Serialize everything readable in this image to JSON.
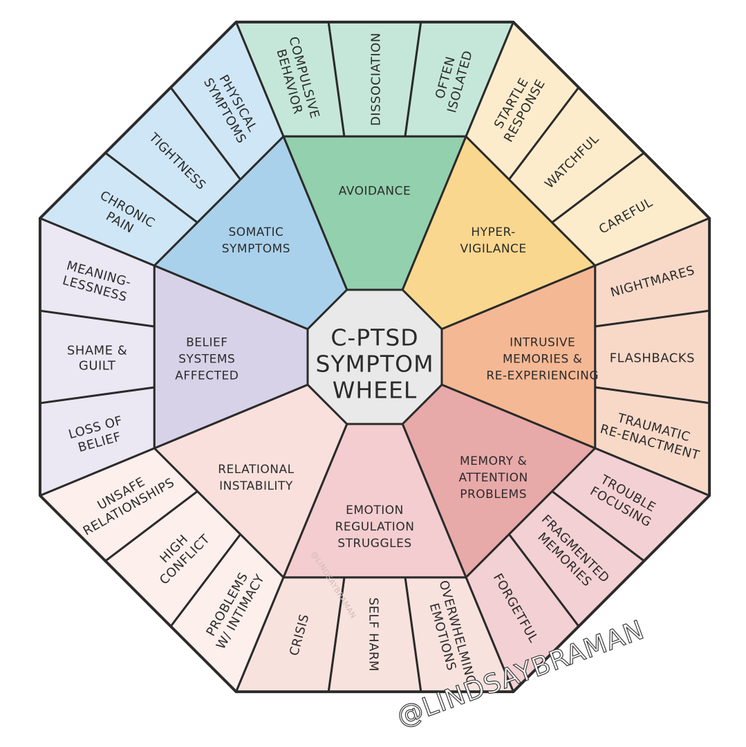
{
  "center": {
    "lines": [
      "C-PTSD",
      "SYMPTOM",
      "WHEEL"
    ]
  },
  "categories": [
    {
      "name": [
        "AVOIDANCE"
      ],
      "inner_color": "#93d0ae",
      "outer_color": "#c5e7d9",
      "symptoms": [
        [
          "COMPULSIVE",
          "BEHAVIOR"
        ],
        [
          "DISSOCIATION"
        ],
        [
          "OFTEN",
          "ISOLATED"
        ]
      ]
    },
    {
      "name": [
        "HYPER-",
        "VIGILANCE"
      ],
      "inner_color": "#fad78e",
      "outer_color": "#fdeccc",
      "symptoms": [
        [
          "STARTLE",
          "RESPONSE"
        ],
        [
          "WATCHFUL"
        ],
        [
          "CAREFUL"
        ]
      ]
    },
    {
      "name": [
        "INTRUSIVE",
        "MEMORIES &",
        "RE-EXPERIENCING"
      ],
      "inner_color": "#f5b894",
      "outer_color": "#f8d9c8",
      "symptoms": [
        [
          "NIGHTMARES"
        ],
        [
          "FLASHBACKS"
        ],
        [
          "TRAUMATIC",
          "RE-ENACTMENT"
        ]
      ]
    },
    {
      "name": [
        "MEMORY &",
        "ATTENTION",
        "PROBLEMS"
      ],
      "inner_color": "#e8a9a9",
      "outer_color": "#f3d0d3",
      "symptoms": [
        [
          "TROUBLE",
          "FOCUSING"
        ],
        [
          "FRAGMENTED",
          "MEMORIES"
        ],
        [
          "FORGETFUL"
        ]
      ]
    },
    {
      "name": [
        "EMOTION",
        "REGULATION",
        "STRUGGLES"
      ],
      "inner_color": "#f3cdcf",
      "outer_color": "#f8e2de",
      "symptoms": [
        [
          "OVERWHELMING",
          "EMOTIONS"
        ],
        [
          "SELF HARM"
        ],
        [
          "CRISIS"
        ]
      ]
    },
    {
      "name": [
        "RELATIONAL",
        "INSTABILITY"
      ],
      "inner_color": "#f9e0dc",
      "outer_color": "#fcefec",
      "symptoms": [
        [
          "PROBLEMS",
          "W/ INTIMACY"
        ],
        [
          "HIGH",
          "CONFLICT"
        ],
        [
          "UNSAFE",
          "RELATIONSHIPS"
        ]
      ]
    },
    {
      "name": [
        "BELIEF",
        "SYSTEMS",
        "AFFECTED"
      ],
      "inner_color": "#d7d2e8",
      "outer_color": "#ebe7f3",
      "symptoms": [
        [
          "LOSS OF",
          "BELIEF"
        ],
        [
          "SHAME &",
          "GUILT"
        ],
        [
          "MEANING-",
          "LESSNESS"
        ]
      ]
    },
    {
      "name": [
        "SOMATIC",
        "SYMPTOMS"
      ],
      "inner_color": "#aad1eb",
      "outer_color": "#cfe6f6",
      "symptoms": [
        [
          "CHRONIC",
          "PAIN"
        ],
        [
          "TIGHTNESS"
        ],
        [
          "PHYSICAL",
          "SYMPTOMS"
        ]
      ]
    }
  ],
  "colors": {
    "center_fill": "#e9e9e9",
    "stroke": "#2b2b2b"
  },
  "watermark": "@LINDSAYBRAMAN",
  "watermark_inner": "@LINDSAYBRAMAN"
}
